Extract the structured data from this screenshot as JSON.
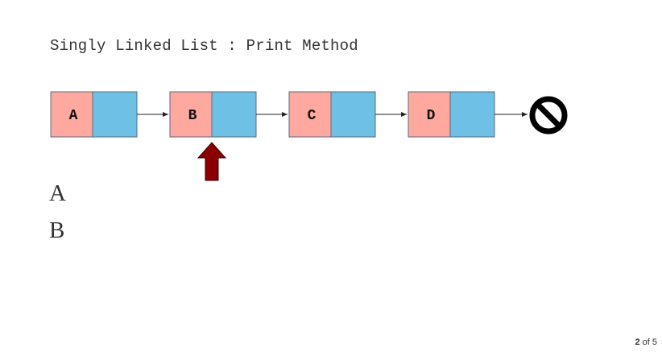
{
  "title": "Singly Linked List : Print Method",
  "nodes": [
    {
      "label": "A"
    },
    {
      "label": "B"
    },
    {
      "label": "C"
    },
    {
      "label": "D"
    }
  ],
  "current_index": 1,
  "null_terminator_icon": "null-circle-slash-icon",
  "pointer_icon": "up-arrow-icon",
  "output": [
    "A",
    "B"
  ],
  "pager": {
    "current": "2",
    "separator": "of",
    "total": "5"
  },
  "colors": {
    "data_cell": "#ffa8a0",
    "next_cell": "#6ec1e4",
    "pointer_arrow": "#8b0000",
    "null_icon": "#000000"
  }
}
